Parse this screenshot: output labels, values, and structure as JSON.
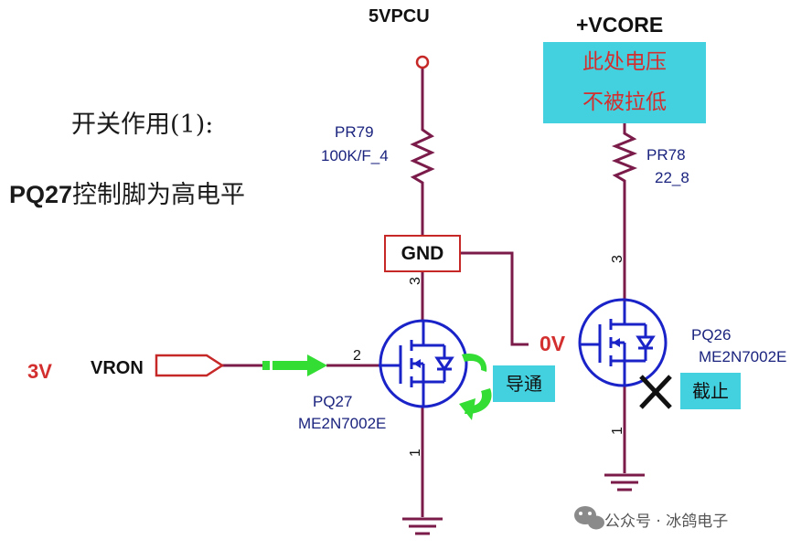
{
  "heading": {
    "line1": "开关作用(1):",
    "line2_bold": "PQ27",
    "line2_rest": "控制脚为高电平"
  },
  "nets": {
    "vcc_left": "5VPCU",
    "vcc_right": "+VCORE",
    "gnd_box": "GND",
    "zero_v": "0V",
    "input_voltage": "3V",
    "input_net": "VRON"
  },
  "callout": {
    "line1": "此处电压",
    "line2": "不被拉低"
  },
  "components": {
    "r_left_ref": "PR79",
    "r_left_val": "100K/F_4",
    "r_right_ref": "PR78",
    "r_right_val": "22_8",
    "q_left_ref": "PQ27",
    "q_left_part": "ME2N7002E",
    "q_right_ref": "PQ26",
    "q_right_part": "ME2N7002E"
  },
  "pins": {
    "q_left_drain": "3",
    "q_left_gate": "2",
    "q_left_source": "1",
    "q_right_drain": "3",
    "q_right_source": "1"
  },
  "states": {
    "q_left": "导通",
    "q_right": "截止"
  },
  "watermark": "公众号 · 冰鸽电子",
  "colors": {
    "wire": "#7a1b4a",
    "transistor": "#1a23c8",
    "arrow": "#33dd33",
    "callout_bg": "#43d1e0",
    "highlight_text": "#d32f2f"
  }
}
